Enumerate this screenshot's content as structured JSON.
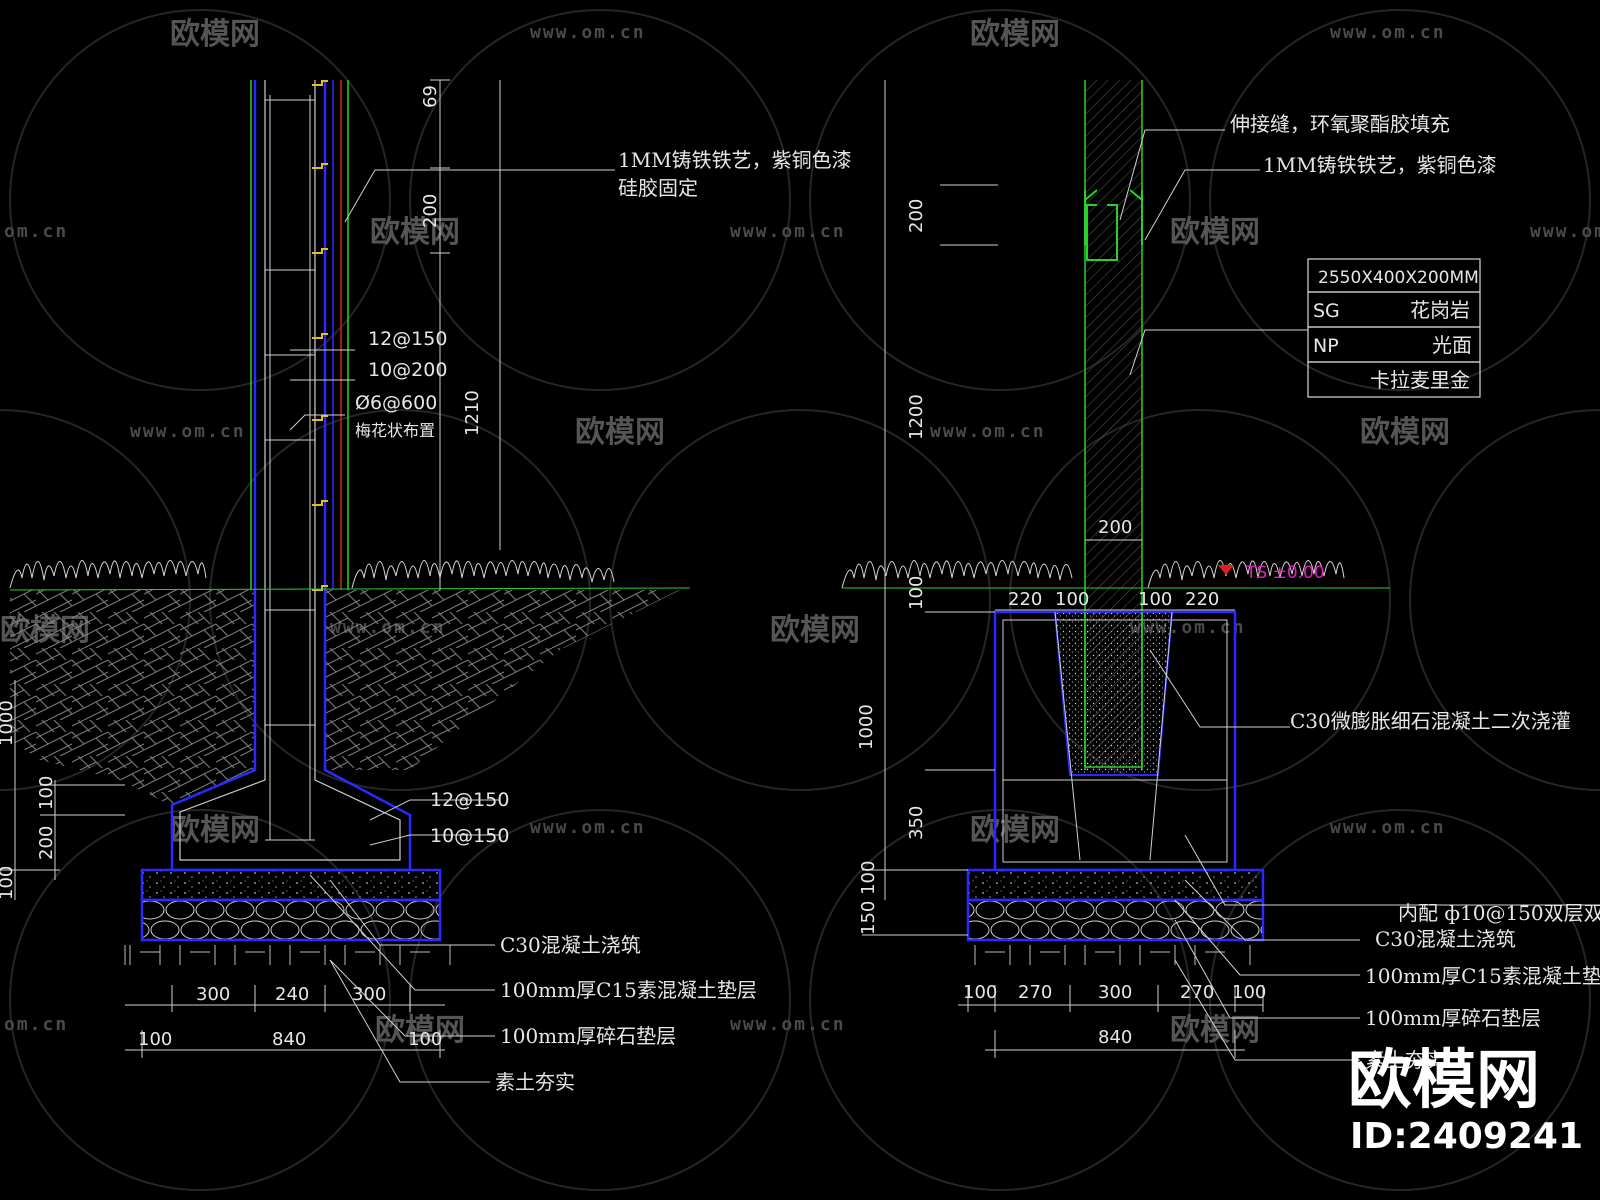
{
  "watermark": {
    "brand_text": "欧模网",
    "url_text": "www.om.cn",
    "url_short": "om.cn"
  },
  "brand": {
    "name": "欧模网",
    "id_text": "ID:2409241"
  },
  "left_detail": {
    "annotations": {
      "iron_art": "1MM铸铁铁艺，紫铜色漆",
      "silicone_fix": "硅胶固定",
      "rebar_1": "12@150",
      "rebar_2": "10@200",
      "rebar_3": "Ø6@600",
      "rebar_3_note": "梅花状布置",
      "rebar_4": "12@150",
      "rebar_5": "10@150",
      "concrete_pour": "C30混凝土浇筑",
      "c15_pad": "100mm厚C15素混凝土垫层",
      "gravel_pad": "100mm厚碎石垫层",
      "compacted_soil": "素土夯实"
    },
    "dims_vertical": {
      "top": "69",
      "d200": "200",
      "d1210": "1210",
      "d1000": "1000",
      "d100a": "100",
      "d200b": "200",
      "d100b": "100"
    },
    "dims_horizontal": {
      "w300a": "300",
      "w240": "240",
      "w300b": "300",
      "w100a": "100",
      "w840": "840",
      "w100b": "100"
    }
  },
  "right_detail": {
    "annotations": {
      "joint": "伸接缝，环氧聚酯胶填充",
      "iron_art": "1MM铸铁铁艺，紫铜色漆",
      "micro_concrete": "C30微膨胀细石混凝土二次浇灌",
      "inner_rebar": "内配 ф10@150双层双",
      "concrete_pour": "C30混凝土浇筑",
      "c15_pad": "100mm厚C15素混凝土垫",
      "gravel_pad": "100mm厚碎石垫层",
      "compacted_soil": "素土夯实",
      "ts_mark": "TS ±0.00"
    },
    "spec_table": {
      "size": "2550X400X200MM",
      "rows": [
        {
          "code": "SG",
          "value": "花岗岩"
        },
        {
          "code": "NP",
          "value": "光面"
        },
        {
          "code": "",
          "value": "卡拉麦里金"
        }
      ]
    },
    "dims_vertical": {
      "d200": "200",
      "d1200": "1200",
      "d100": "100",
      "d1000": "1000",
      "d350": "350",
      "d150_100": "150 100"
    },
    "dims_horizontal": {
      "top_220a": "220",
      "top_100a": "100",
      "top_100b": "100",
      "top_220b": "220",
      "post_200": "200",
      "b100a": "100",
      "b270a": "270",
      "b300": "300",
      "b270b": "270",
      "b100b": "100",
      "b840": "840"
    }
  },
  "colors": {
    "background": "#000000",
    "outline_blue": "#2a2aff",
    "grass_green": "#2ad02a",
    "iron_yellow": "#e0c020",
    "marker_magenta": "#e020c0",
    "red_line": "#d02020"
  }
}
